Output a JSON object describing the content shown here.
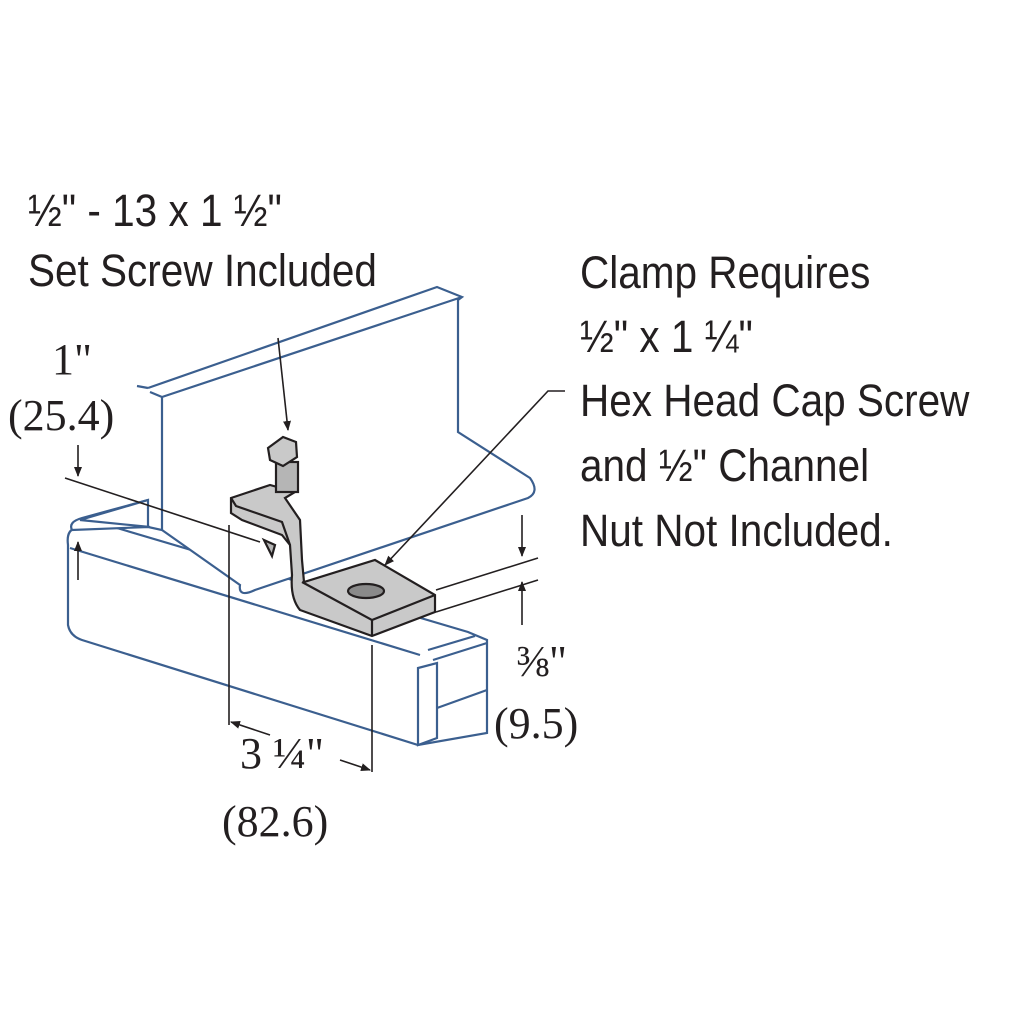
{
  "set_screw": {
    "line1": "½\" - 13 x 1 ½\"",
    "line2": "Set Screw Included"
  },
  "clamp_note": {
    "line1": "Clamp Requires",
    "line2": "½\" x 1 ¼\"",
    "line3": "Hex Head Cap Screw",
    "line4": "and ½\" Channel",
    "line5": "Nut Not Included."
  },
  "dim_height": {
    "imperial": "1\"",
    "metric": "(25.4)"
  },
  "dim_thickness": {
    "imperial": "⅜\"",
    "metric": "(9.5)"
  },
  "dim_length": {
    "imperial": "3 ¼\"",
    "metric": "(82.6)"
  },
  "colors": {
    "beam": "#3b5f8f",
    "clamp": "#c9c9c9",
    "ink": "#231f20"
  }
}
